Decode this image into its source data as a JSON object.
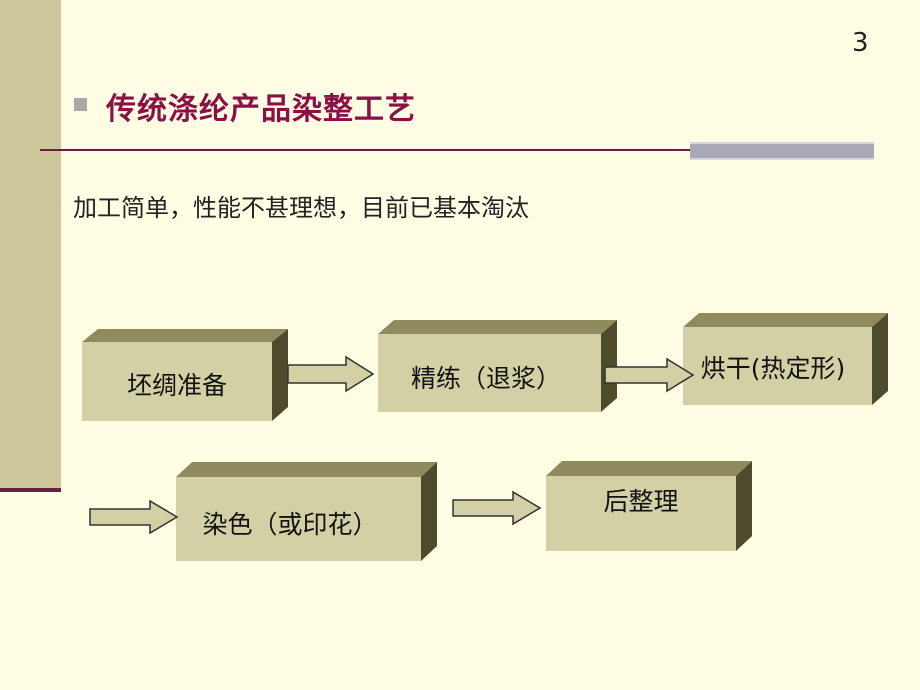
{
  "slide": {
    "page_number": "3",
    "title": "传统涤纶产品染整工艺",
    "subtitle": "加工简单，性能不甚理想，目前已基本淘汰"
  },
  "process": {
    "steps": [
      "坯绸准备",
      "精练（退浆）",
      "烘干(热定形)",
      "染色（或印花）",
      "后整理"
    ]
  },
  "colors": {
    "background": "#fffde3",
    "sidebar": "#ccc79a",
    "title": "#8a1045",
    "box_face": "#d4d0a6",
    "box_top": "#8f8b5f",
    "box_side": "#4e4b2c"
  }
}
